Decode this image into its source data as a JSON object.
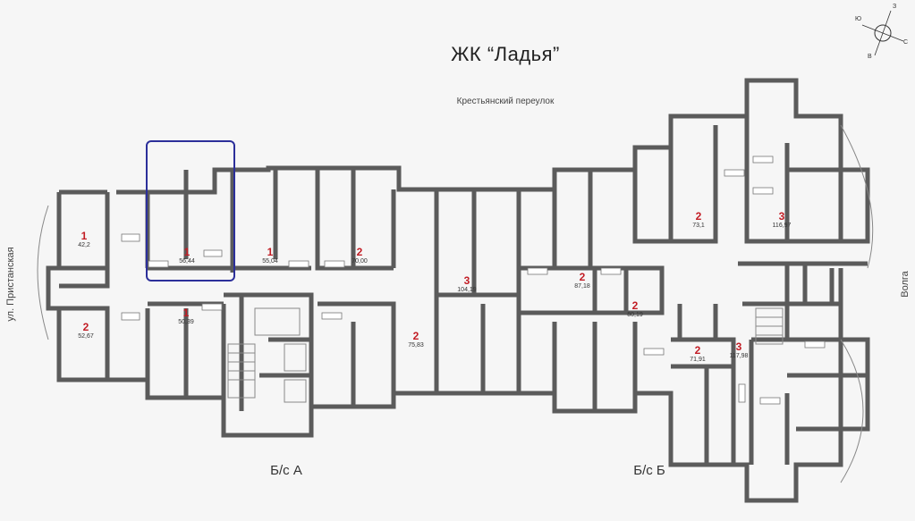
{
  "title": "ЖК “Ладья”",
  "streets": {
    "top": "Крестьянский переулок",
    "left": "ул. Пристанская",
    "right": "Волга"
  },
  "sections": {
    "a": "Б/с А",
    "b": "Б/с Б"
  },
  "compass": {
    "n": "З",
    "s": "В",
    "e": "С",
    "w": "Ю"
  },
  "apartments": [
    {
      "rooms": "1",
      "area": "42,2"
    },
    {
      "rooms": "1",
      "area": "56,44"
    },
    {
      "rooms": "1",
      "area": "55,04"
    },
    {
      "rooms": "2",
      "area": "70,00"
    },
    {
      "rooms": "2",
      "area": "52,67"
    },
    {
      "rooms": "1",
      "area": "50,39"
    },
    {
      "rooms": "3",
      "area": "104,19"
    },
    {
      "rooms": "2",
      "area": "75,83"
    },
    {
      "rooms": "2",
      "area": "87,18"
    },
    {
      "rooms": "2",
      "area": "73,1"
    },
    {
      "rooms": "3",
      "area": "116,97"
    },
    {
      "rooms": "2",
      "area": "80,19"
    },
    {
      "rooms": "2",
      "area": "71,91"
    },
    {
      "rooms": "3",
      "area": "117,98"
    }
  ],
  "colors": {
    "wall": "#5b5b5b",
    "room_red": "#c21d25",
    "highlight": "#2c2f9a"
  }
}
